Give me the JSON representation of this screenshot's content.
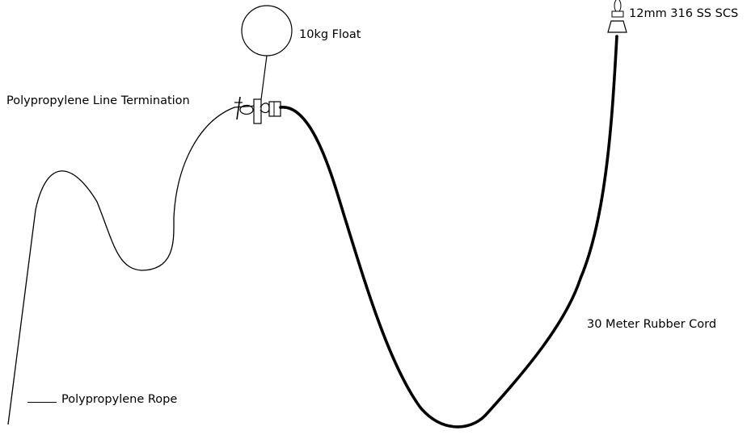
{
  "labels": {
    "float": "10kg Float",
    "termination": "Polypropylene Line Termination",
    "shackle": "12mm 316 SS SCS",
    "rubber_cord": "30 Meter Rubber Cord",
    "rope": "Polypropylene Rope"
  },
  "colors": {
    "line": "#000000",
    "background": "#ffffff"
  }
}
